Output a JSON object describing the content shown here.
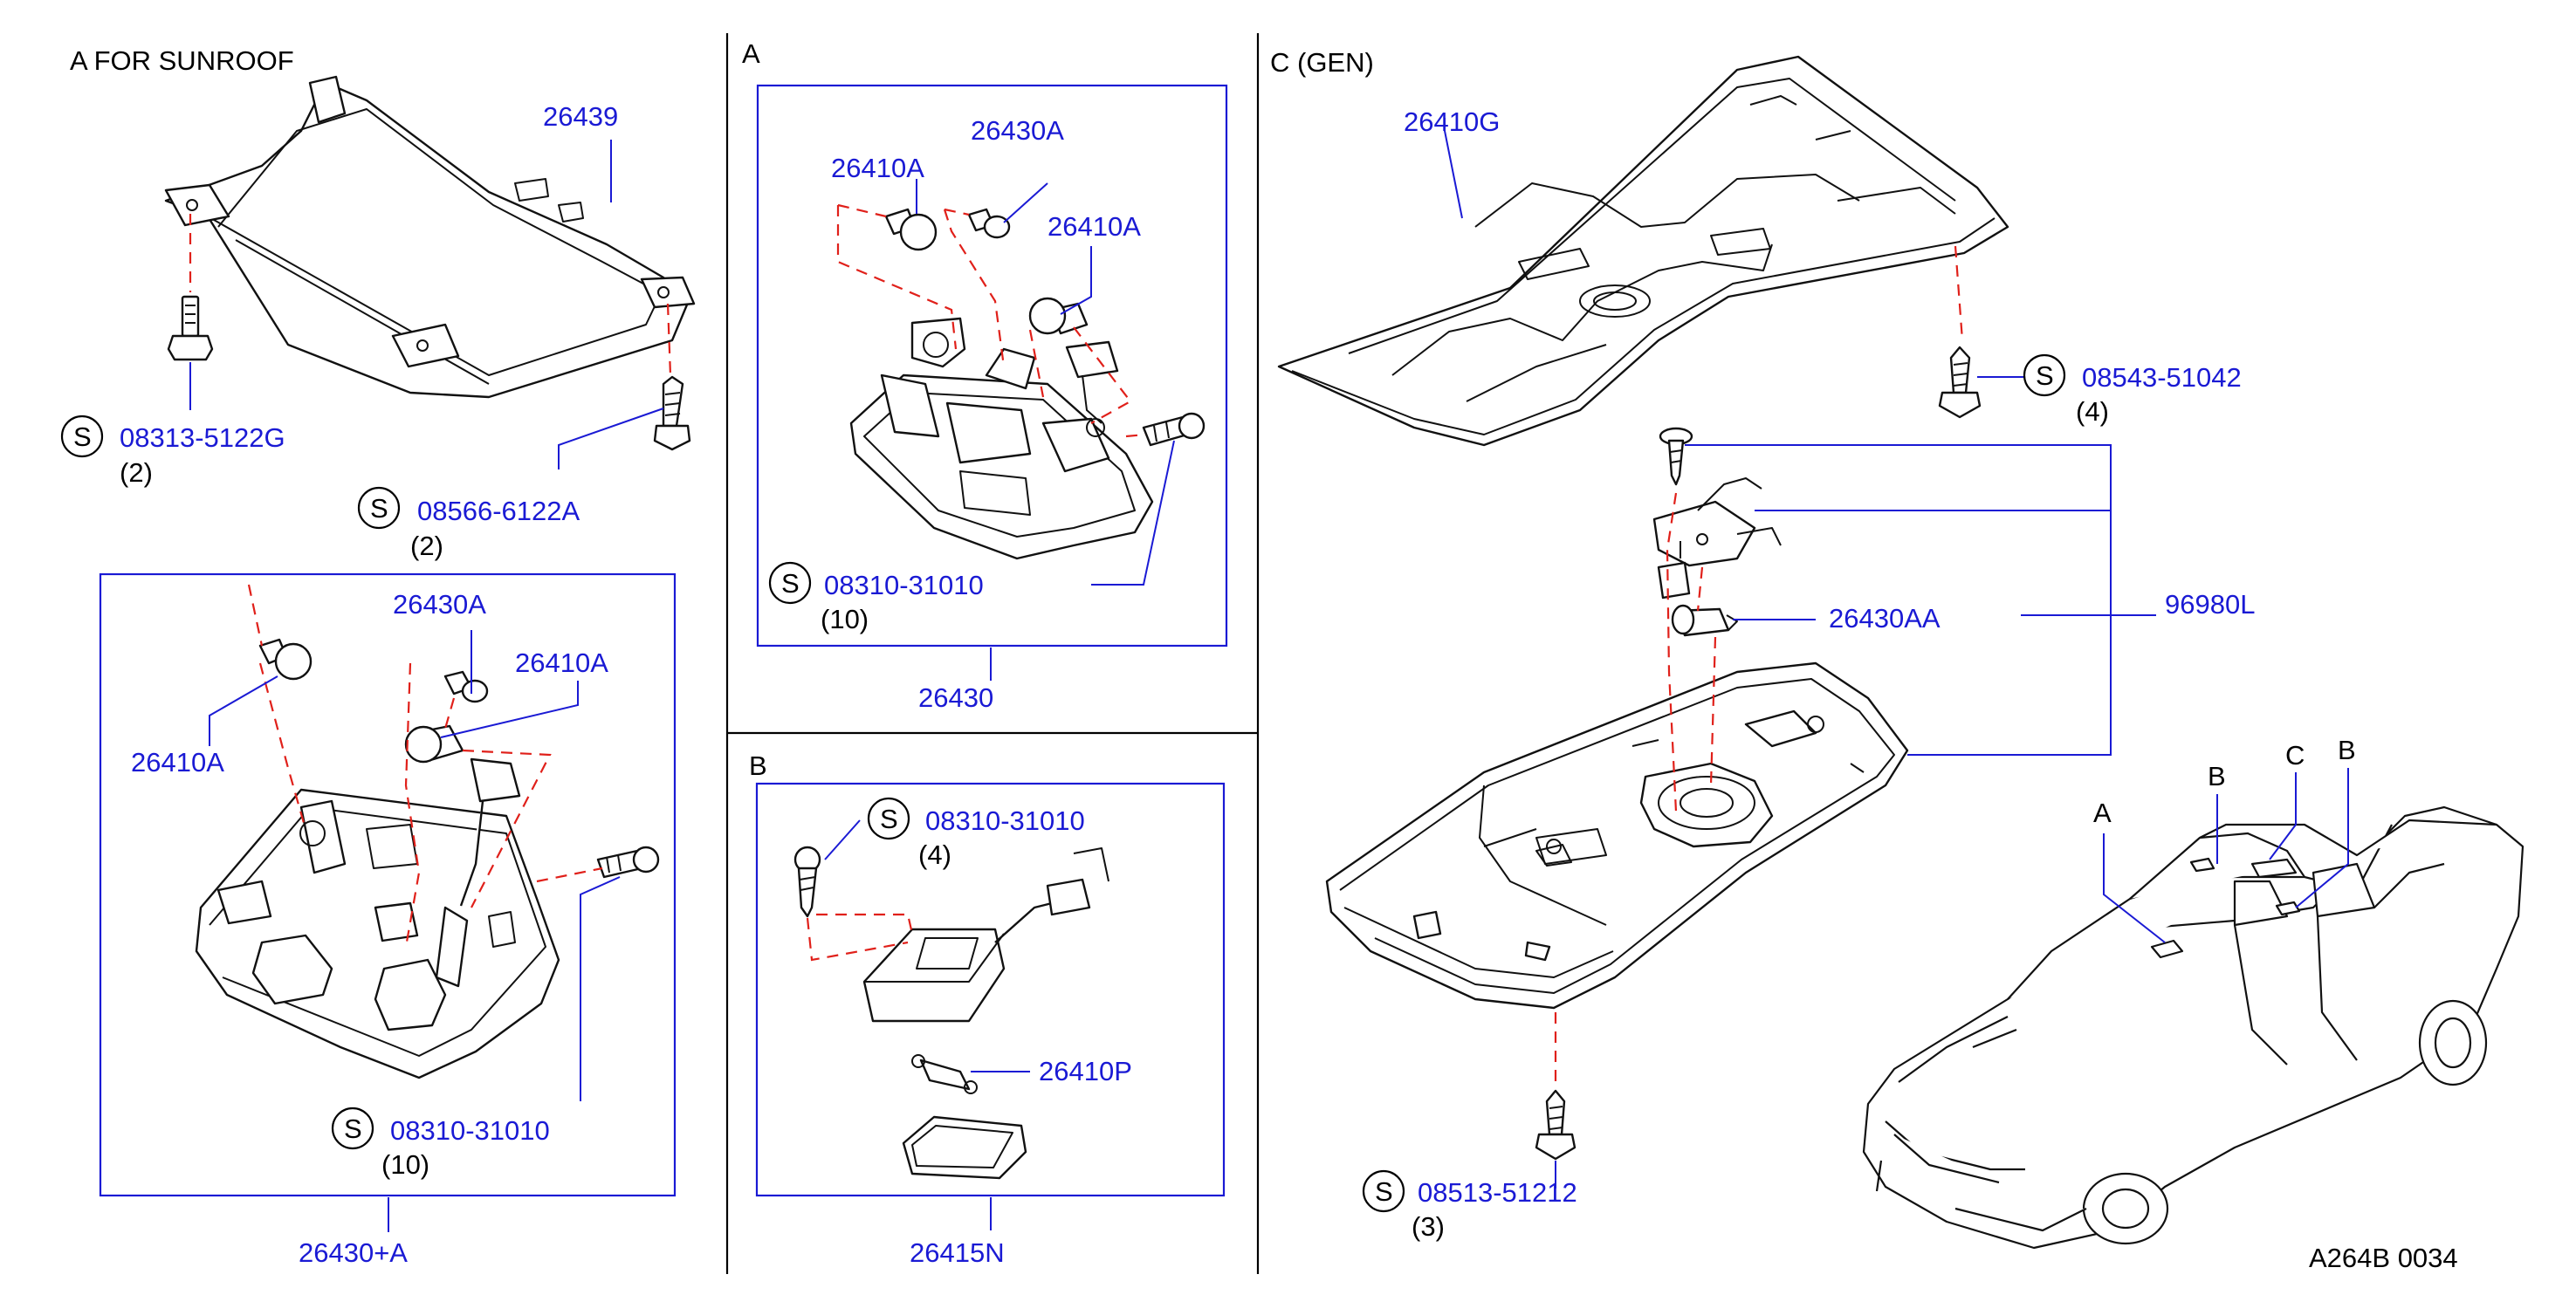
{
  "sections": {
    "a_sunroof": "A    FOR   SUNROOF",
    "a": "A",
    "b": "B",
    "c": "C  (GEN)"
  },
  "callouts": {
    "p26439": "26439",
    "s08313": "08313-5122G",
    "q08313": "(2)",
    "s08566": "08566-6122A",
    "q08566": "(2)",
    "p26430A_left": "26430A",
    "p26410A_left_top": "26410A",
    "p26410A_left_mid": "26410A",
    "s08310_left": "08310-31010",
    "q08310_left": "(10)",
    "p26430plusA": "26430+A",
    "p26410A_a1": "26410A",
    "p26430A_a": "26430A",
    "p26410A_a2": "26410A",
    "s08310_a": "08310-31010",
    "q08310_a": "(10)",
    "p26430": "26430",
    "s08310_b": "08310-31010",
    "q08310_b": "(4)",
    "p26410P": "26410P",
    "p26415N": "26415N",
    "p26410G": "26410G",
    "s08543": "08543-51042",
    "q08543": "(4)",
    "p26430AA": "26430AA",
    "p96980L": "96980L",
    "s08513": "08513-51212",
    "q08513": "(3)",
    "car_a": "A",
    "car_b1": "B",
    "car_c": "C",
    "car_b2": "B"
  },
  "s_mark": "S",
  "drawing_code": "A264B   0034",
  "colors": {
    "label": "#1a1ad4",
    "dashed_line": "#e0201a",
    "outline": "#111111"
  }
}
